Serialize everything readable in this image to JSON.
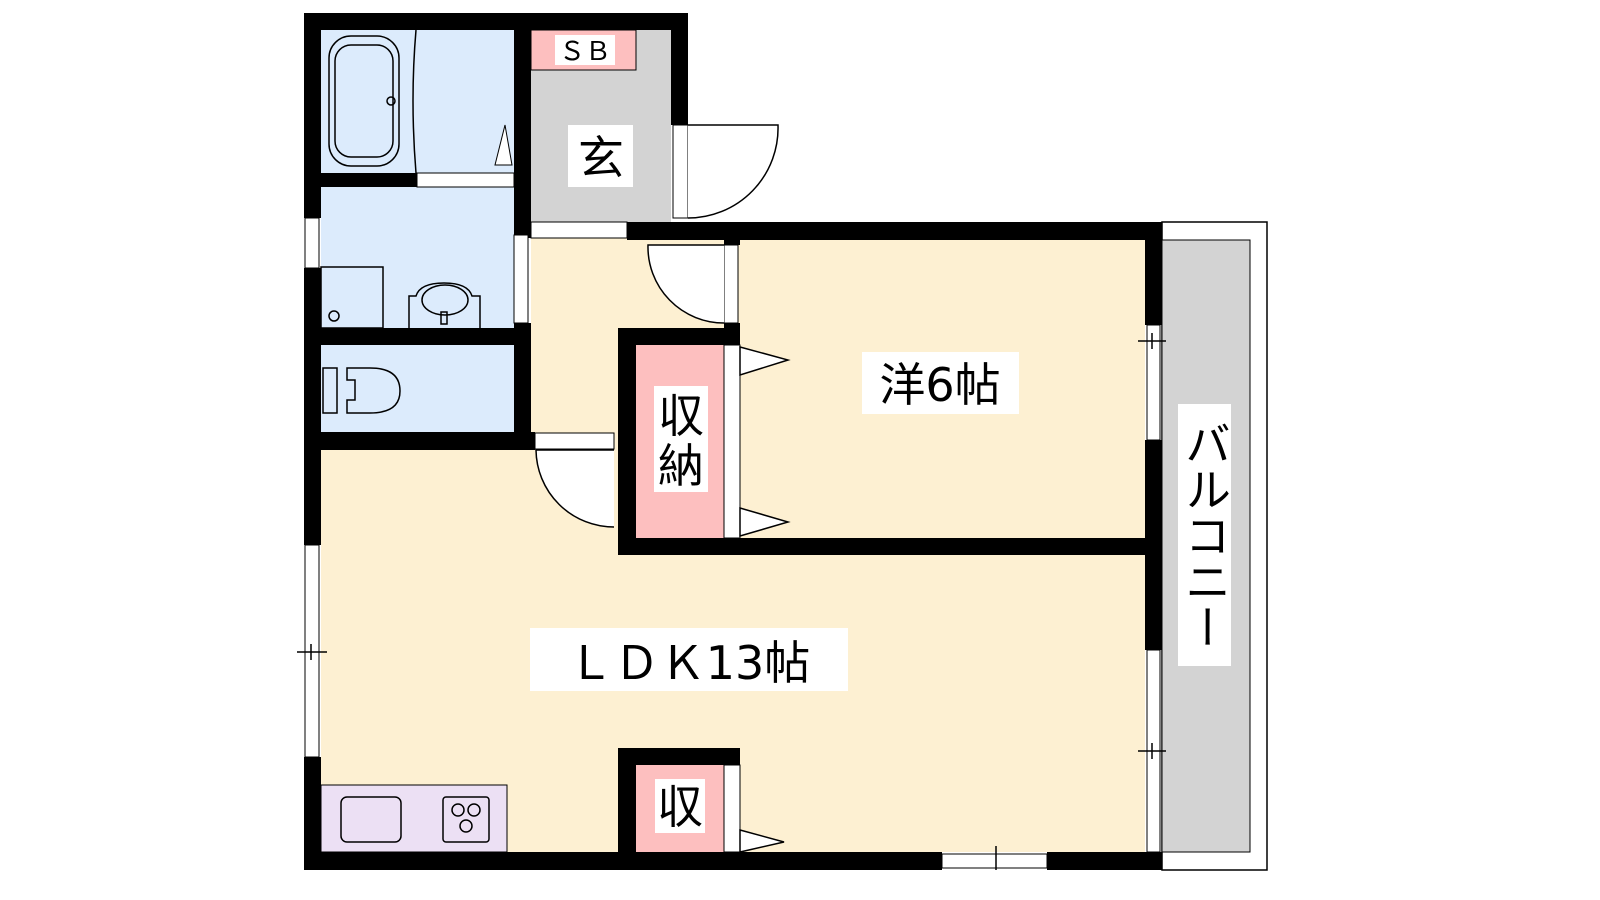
{
  "rooms": {
    "entrance": {
      "label": "玄"
    },
    "shoe_box": {
      "label": "ＳＢ"
    },
    "western_room": {
      "label": "洋6帖"
    },
    "closet": {
      "label": "収納"
    },
    "ldk": {
      "label": "ＬＤＫ13帖"
    },
    "storage": {
      "label": "収"
    },
    "balcony": {
      "label": "バルコニー"
    }
  },
  "colors": {
    "wet_area": "#dcebfc",
    "living": "#fdf0d2",
    "storage": "#fdbfbf",
    "entrance": "#d3d3d3",
    "kitchen": "#ece0f4",
    "balcony": "#d3d3d3",
    "wall": "#000000"
  }
}
